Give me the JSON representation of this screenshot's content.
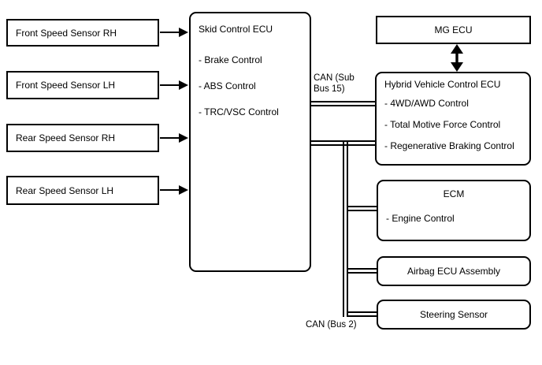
{
  "diagram": {
    "sensors": [
      {
        "label": "Front Speed Sensor RH"
      },
      {
        "label": "Front Speed Sensor LH"
      },
      {
        "label": "Rear Speed Sensor RH"
      },
      {
        "label": "Rear Speed Sensor LH"
      }
    ],
    "skid_ecu": {
      "title": "Skid Control ECU",
      "items": [
        "- Brake Control",
        "- ABS Control",
        "- TRC/VSC Control"
      ]
    },
    "mg_ecu": {
      "title": "MG ECU"
    },
    "hybrid_ecu": {
      "title": "Hybrid Vehicle Control ECU",
      "items": [
        "- 4WD/AWD Control",
        "- Total Motive Force Control",
        "- Regenerative Braking Control"
      ]
    },
    "ecm": {
      "title": "ECM",
      "items": [
        "- Engine Control"
      ]
    },
    "airbag_ecu": {
      "title": "Airbag ECU Assembly"
    },
    "steering_sensor": {
      "title": "Steering Sensor"
    },
    "buses": {
      "sub_bus_label": "CAN (Sub Bus 15)",
      "bus2_label": "CAN (Bus 2)"
    },
    "colors": {
      "line": "#000000",
      "background": "#ffffff"
    }
  }
}
